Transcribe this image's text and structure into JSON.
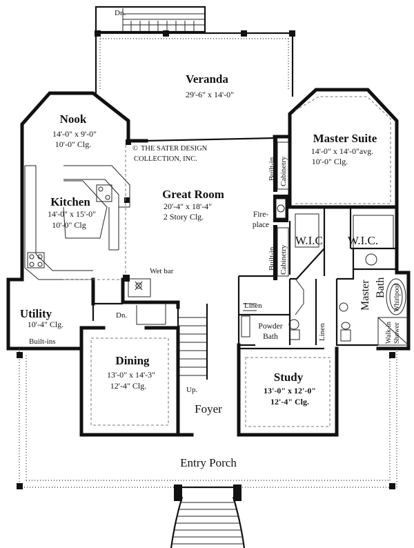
{
  "plan": {
    "veranda": {
      "name": "Veranda",
      "size": "29'-6\" x 14'-0\""
    },
    "nook": {
      "name": "Nook",
      "size": "14'-0\" x 9'-0\"",
      "ceiling": "10'-0\" Clg."
    },
    "kitchen": {
      "name": "Kitchen",
      "size": "14'-0\" x 15'-0\"",
      "ceiling": "10'-0\" Clg"
    },
    "great_room": {
      "name": "Great Room",
      "size": "20'-4\" x 18'-4\"",
      "ceiling": "2 Story Clg."
    },
    "master_suite": {
      "name": "Master Suite",
      "size": "14'-0\" x 14'-0\"avg.",
      "ceiling": "10'-0\"  Clg."
    },
    "utility": {
      "name": "Utility",
      "size": "10'-4\" Clg."
    },
    "dining": {
      "name": "Dining",
      "size": "13'-0\" x 14'-3\"",
      "ceiling": "12'-4\" Clg."
    },
    "study": {
      "name": "Study",
      "size": "13'-0\" x 12'-0\"",
      "ceiling": "12'-4\" Clg."
    },
    "foyer": {
      "name": "Foyer"
    },
    "entry_porch": {
      "name": "Entry Porch"
    },
    "copyright": {
      "line1": "THE SATER DESIGN",
      "line2": "COLLECTION, INC.",
      "symbol": "©"
    },
    "labels": {
      "wic_left": "W.I.C.",
      "wic_right": "W.I.C.",
      "fireplace_1": "Fire-",
      "fireplace_2": "place",
      "builtin_top_1": "Built-in",
      "builtin_top_2": "Cabinetry",
      "builtin_bot_1": "Built-in",
      "builtin_bot_2": "Cabinetry",
      "wet_bar": "Wet bar",
      "linen_1": "Linen",
      "linen_2": "Linen",
      "powder_1": "Powder",
      "powder_2": "Bath",
      "master_bath_1": "Master",
      "master_bath_2": "Bath",
      "whirlpool": "Whirlpool",
      "walkin_1": "Walk-in",
      "walkin_2": "Shower",
      "built_ins": "Built-ins",
      "dn_top": "Dn.",
      "dn_stair": "Dn.",
      "up": "Up."
    }
  }
}
